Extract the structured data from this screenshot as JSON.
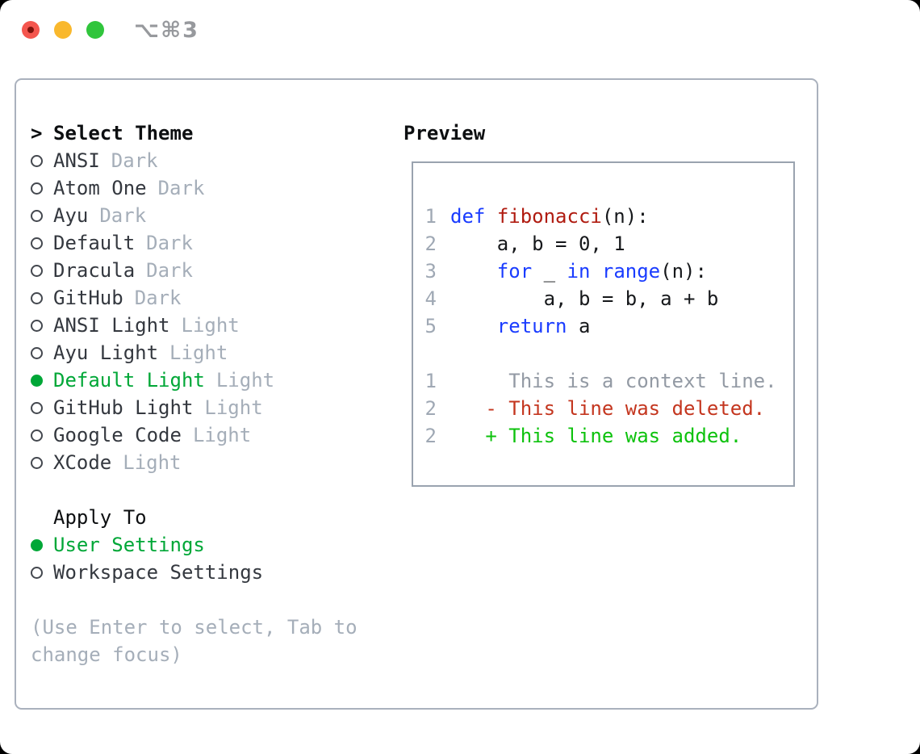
{
  "window": {
    "shortcut_label": "⌥⌘3"
  },
  "colors": {
    "tl_red": "#f4564e",
    "tl_red_dot": "#7e120b",
    "tl_yellow": "#f9b82d",
    "tl_green": "#30c53c",
    "titlebar_text": "#97999d",
    "panel_border": "#aab1bd",
    "preview_border": "#9aa3af",
    "text_black": "#0d0f11",
    "text_dark": "#34383f",
    "muted": "#a5aeb9",
    "line_number": "#9fa8b4",
    "radio_outline": "#44484f",
    "selection_green": "#00a737",
    "added_green": "#0dc20d",
    "deleted_red": "#c4361f",
    "context_gray": "#939aa4",
    "keyword_blue": "#1a3cff",
    "function_red": "#b01b10",
    "code_text": "#16181b"
  },
  "theme_selector": {
    "prefix": ">",
    "title": "Select Theme",
    "items": [
      {
        "name": "ANSI",
        "variant": "Dark",
        "selected": false
      },
      {
        "name": "Atom One",
        "variant": "Dark",
        "selected": false
      },
      {
        "name": "Ayu",
        "variant": "Dark",
        "selected": false
      },
      {
        "name": "Default",
        "variant": "Dark",
        "selected": false
      },
      {
        "name": "Dracula",
        "variant": "Dark",
        "selected": false
      },
      {
        "name": "GitHub",
        "variant": "Dark",
        "selected": false
      },
      {
        "name": "ANSI Light",
        "variant": "Light",
        "selected": false
      },
      {
        "name": "Ayu Light",
        "variant": "Light",
        "selected": false
      },
      {
        "name": "Default Light",
        "variant": "Light",
        "selected": true
      },
      {
        "name": "GitHub Light",
        "variant": "Light",
        "selected": false
      },
      {
        "name": "Google Code",
        "variant": "Light",
        "selected": false
      },
      {
        "name": "XCode",
        "variant": "Light",
        "selected": false
      }
    ]
  },
  "apply_to": {
    "title": "Apply To",
    "options": [
      {
        "label": "User Settings",
        "selected": true
      },
      {
        "label": "Workspace Settings",
        "selected": false
      }
    ]
  },
  "hint": "(Use Enter to select, Tab to change focus)",
  "preview": {
    "title": "Preview",
    "code_lines": [
      {
        "number": "1",
        "tokens": [
          {
            "text": "def",
            "type": "keyword"
          },
          {
            "text": " "
          },
          {
            "text": "fibonacci",
            "type": "function"
          },
          {
            "text": "(n):"
          }
        ]
      },
      {
        "number": "2",
        "tokens": [
          {
            "text": "    a, b = 0, 1"
          }
        ]
      },
      {
        "number": "3",
        "tokens": [
          {
            "text": "    "
          },
          {
            "text": "for",
            "type": "keyword"
          },
          {
            "text": " _ "
          },
          {
            "text": "in",
            "type": "keyword"
          },
          {
            "text": " "
          },
          {
            "text": "range",
            "type": "keyword"
          },
          {
            "text": "(n):"
          }
        ]
      },
      {
        "number": "4",
        "tokens": [
          {
            "text": "        a, b = b, a + b"
          }
        ]
      },
      {
        "number": "5",
        "tokens": [
          {
            "text": "    "
          },
          {
            "text": "return",
            "type": "keyword"
          },
          {
            "text": " a"
          }
        ]
      }
    ],
    "diff_lines": [
      {
        "number": "1",
        "text": "     This is a context line.",
        "kind": "context"
      },
      {
        "number": "2",
        "text": "   - This line was deleted.",
        "kind": "deleted"
      },
      {
        "number": "2",
        "text": "   + This line was added.",
        "kind": "added"
      }
    ]
  }
}
